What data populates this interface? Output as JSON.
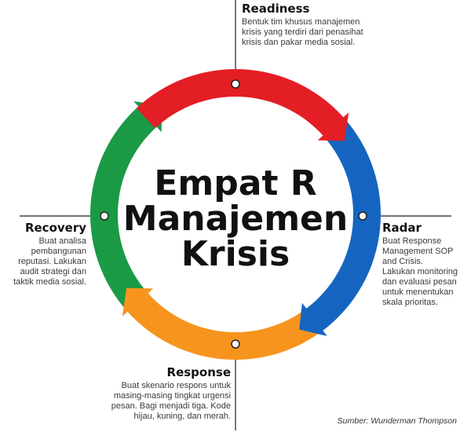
{
  "center_title": {
    "line1": "Empat R",
    "line2": "Manajemen",
    "line3": "Krisis"
  },
  "stages": {
    "readiness": {
      "title": "Readiness",
      "description": "Bentuk tim khusus manajemen krisis yang terdiri dari penasihat krisis dan pakar media sosial.",
      "color": "#e31e24"
    },
    "radar": {
      "title": "Radar",
      "description": "Buat Response Management SOP and Crisis. Lakukan monitoring dan evaluasi pesan untuk menentukan skala prioritas.",
      "color": "#1565c0"
    },
    "response": {
      "title": "Response",
      "description": "Buat skenario respons untuk masing-masing tingkat urgensi pesan. Bagi menjadi tiga. Kode hijau, kuning, dan merah.",
      "color": "#f7941d"
    },
    "recovery": {
      "title": "Recovery",
      "description": "Buat analisa pembangunan reputasi. Lakukan audit strategi dan taktik media sosial.",
      "color": "#1b9a46"
    }
  },
  "source": "Sumber: Wunderman Thompson"
}
